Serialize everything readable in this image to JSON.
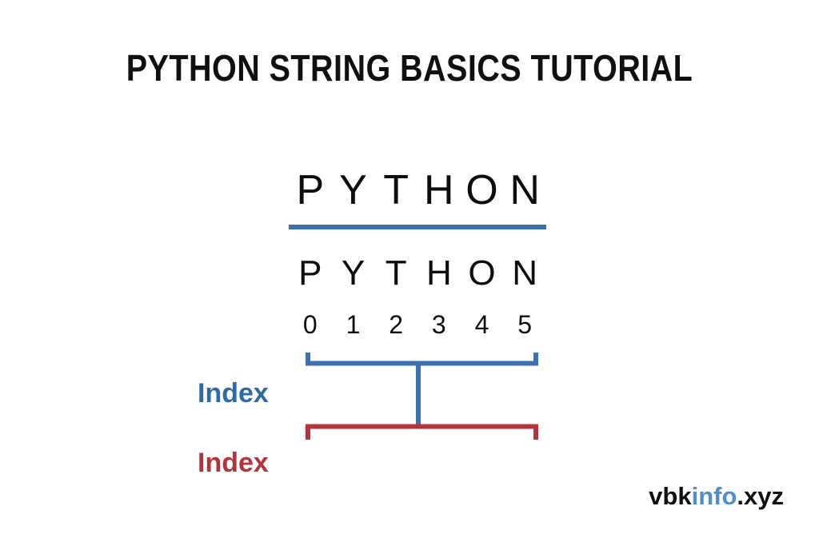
{
  "title": "PYTHON STRING BASICS TUTORIAL",
  "colors": {
    "background": "#ffffff",
    "text": "#0d0d0d",
    "blue": "#3b71b0",
    "blue_label": "#2f6aa8",
    "red": "#b5333a",
    "watermark_blue": "#4d8ecb",
    "watermark_dark": "#111111"
  },
  "diagram": {
    "word_top": [
      "P",
      "Y",
      "T",
      "H",
      "O",
      "N"
    ],
    "word_bottom": [
      "P",
      "Y",
      "T",
      "H",
      "O",
      "N"
    ],
    "index_numbers": [
      "0",
      "1",
      "2",
      "3",
      "4",
      "5"
    ],
    "legend": {
      "positive_label": "Index",
      "negative_label": "Index"
    }
  },
  "watermark": {
    "part1": "vbk",
    "part2": "info",
    "part3": ".xyz"
  },
  "chart_data": {
    "type": "table",
    "title": "PYTHON STRING BASICS TUTORIAL",
    "xlabel": "",
    "ylabel": "",
    "categories": [
      "P",
      "Y",
      "T",
      "H",
      "O",
      "N"
    ],
    "series": [
      {
        "name": "Index",
        "values": [
          0,
          1,
          2,
          3,
          4,
          5
        ]
      },
      {
        "name": "Index",
        "values": [
          0,
          1,
          2,
          3,
          4,
          5
        ]
      }
    ],
    "annotations": [
      "Blue bracket spans all six characters and is labelled Index",
      "Red bracket spans all six characters and is labelled Index",
      "Blue underline beneath the upper PYTHON heading"
    ],
    "grid": false,
    "legend_position": "left"
  }
}
